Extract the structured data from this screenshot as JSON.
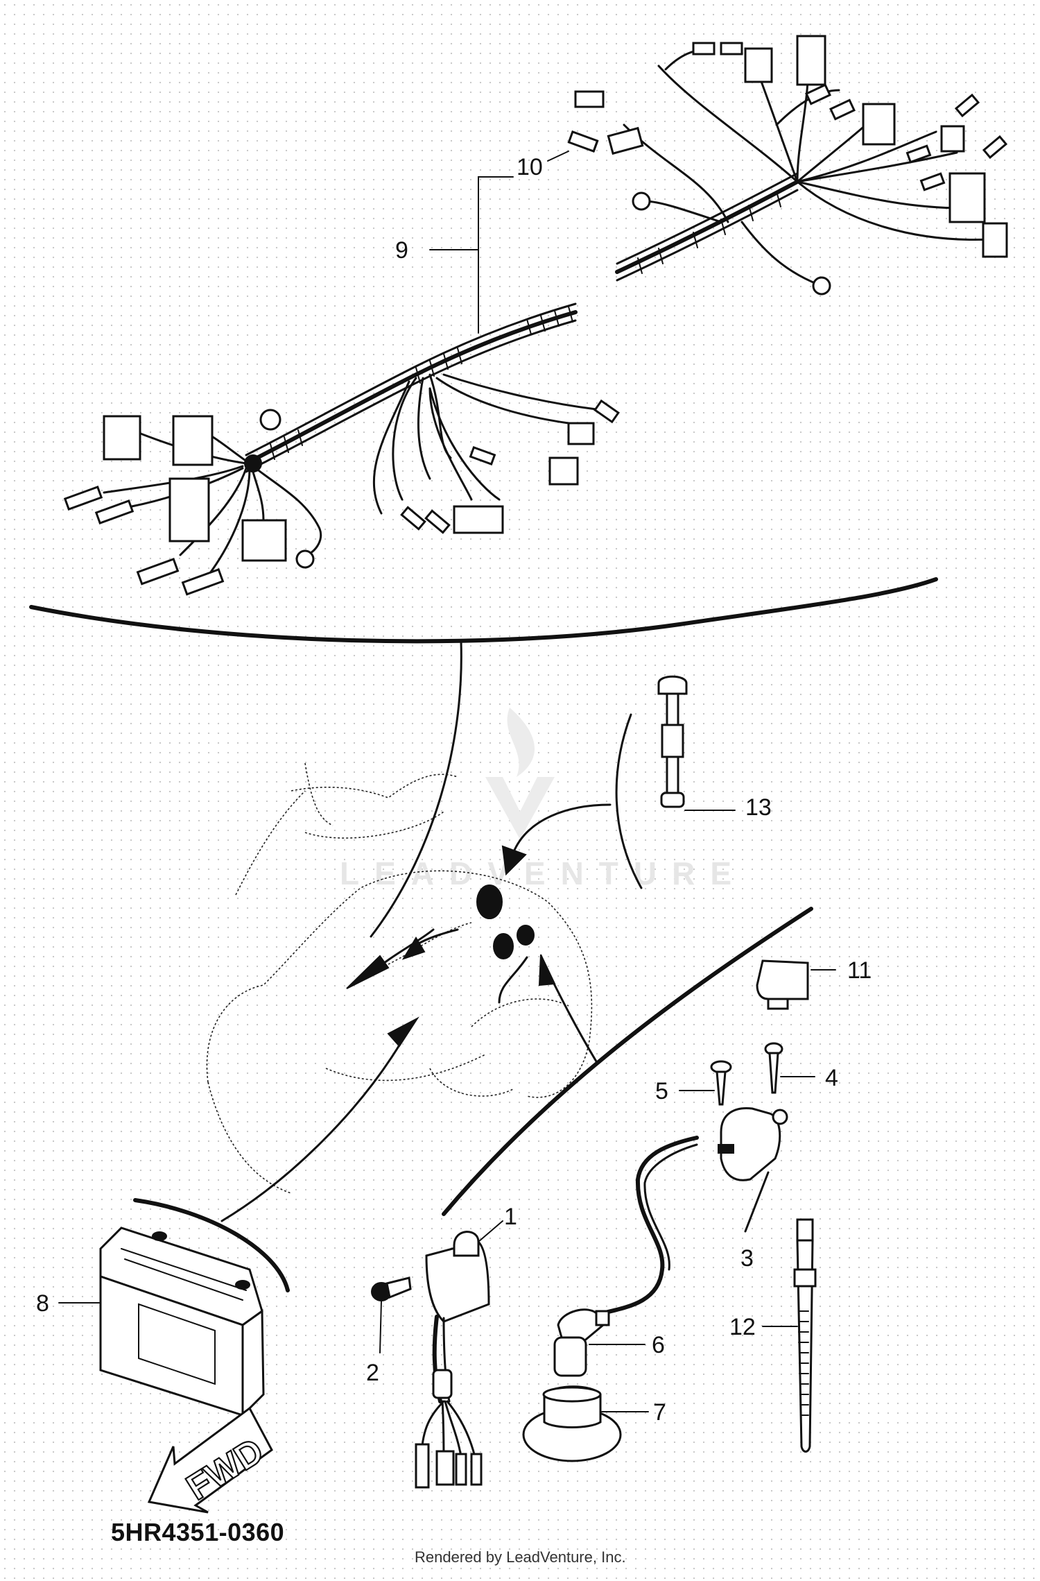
{
  "callouts": {
    "c1": "1",
    "c2": "2",
    "c3": "3",
    "c4": "4",
    "c5": "5",
    "c6": "6",
    "c7": "7",
    "c8": "8",
    "c9": "9",
    "c10": "10",
    "c11": "11",
    "c12": "12",
    "c13": "13"
  },
  "fwd_label": "FWD",
  "part_code": "5HR4351-0360",
  "rendered_by": "Rendered by LeadVenture, Inc.",
  "watermark": "LEADVENTURE"
}
